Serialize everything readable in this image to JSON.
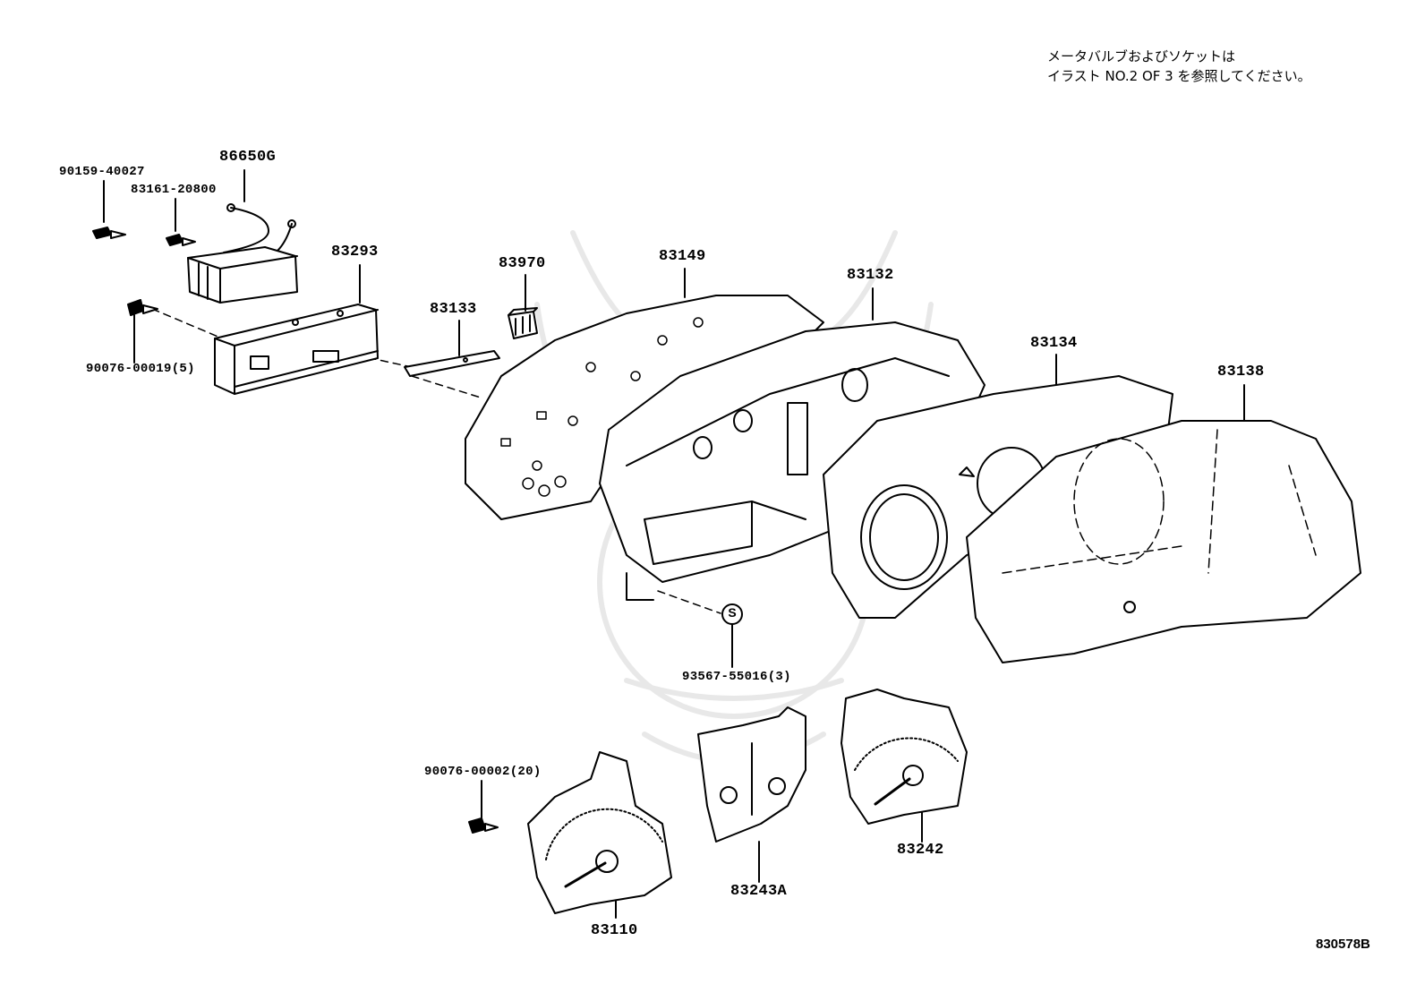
{
  "note": {
    "line1": "メータバルブおよびソケットは",
    "line2": "イラスト NO.2 OF 3 を参照してください。"
  },
  "labels": {
    "p90159": "90159-40027",
    "p83161": "83161-20800",
    "p86650G": "86650G",
    "p83293": "83293",
    "p90076_5": "90076-00019(5)",
    "p83133": "83133",
    "p83970": "83970",
    "p83149": "83149",
    "p83132": "83132",
    "p83134": "83134",
    "p83138": "83138",
    "p93567": "93567-55016(3)",
    "p90076_20": "90076-00002(20)",
    "p83110": "83110",
    "p83243A": "83243A",
    "p83242": "83242"
  },
  "s_mark": "S",
  "diagram_code": "830578B"
}
